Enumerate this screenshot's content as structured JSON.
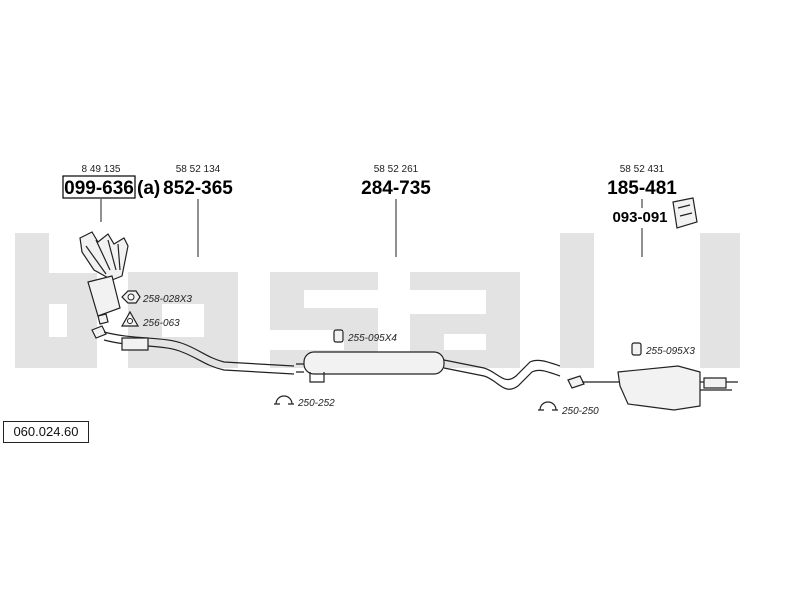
{
  "watermark": {
    "brand": "bosal"
  },
  "reference": {
    "code": "060.024.60"
  },
  "parts": [
    {
      "oem": "8 49 135",
      "number": "099-636",
      "suffix": "(a)",
      "boxed": true
    },
    {
      "oem": "58 52 134",
      "number": "852-365"
    },
    {
      "oem": "58 52 261",
      "number": "284-735"
    },
    {
      "oem": "58 52 431",
      "number": "185-481"
    }
  ],
  "mounts": [
    {
      "number": "093-091"
    }
  ],
  "accessories": [
    {
      "code": "258-028X3",
      "icon": "nut-icon"
    },
    {
      "code": "256-063",
      "icon": "gasket-icon"
    },
    {
      "code": "255-095X4",
      "icon": "rubber-mount-icon"
    },
    {
      "code": "250-252",
      "icon": "clamp-icon"
    },
    {
      "code": "255-095X3",
      "icon": "rubber-mount-icon"
    },
    {
      "code": "250-250",
      "icon": "clamp-icon"
    }
  ]
}
